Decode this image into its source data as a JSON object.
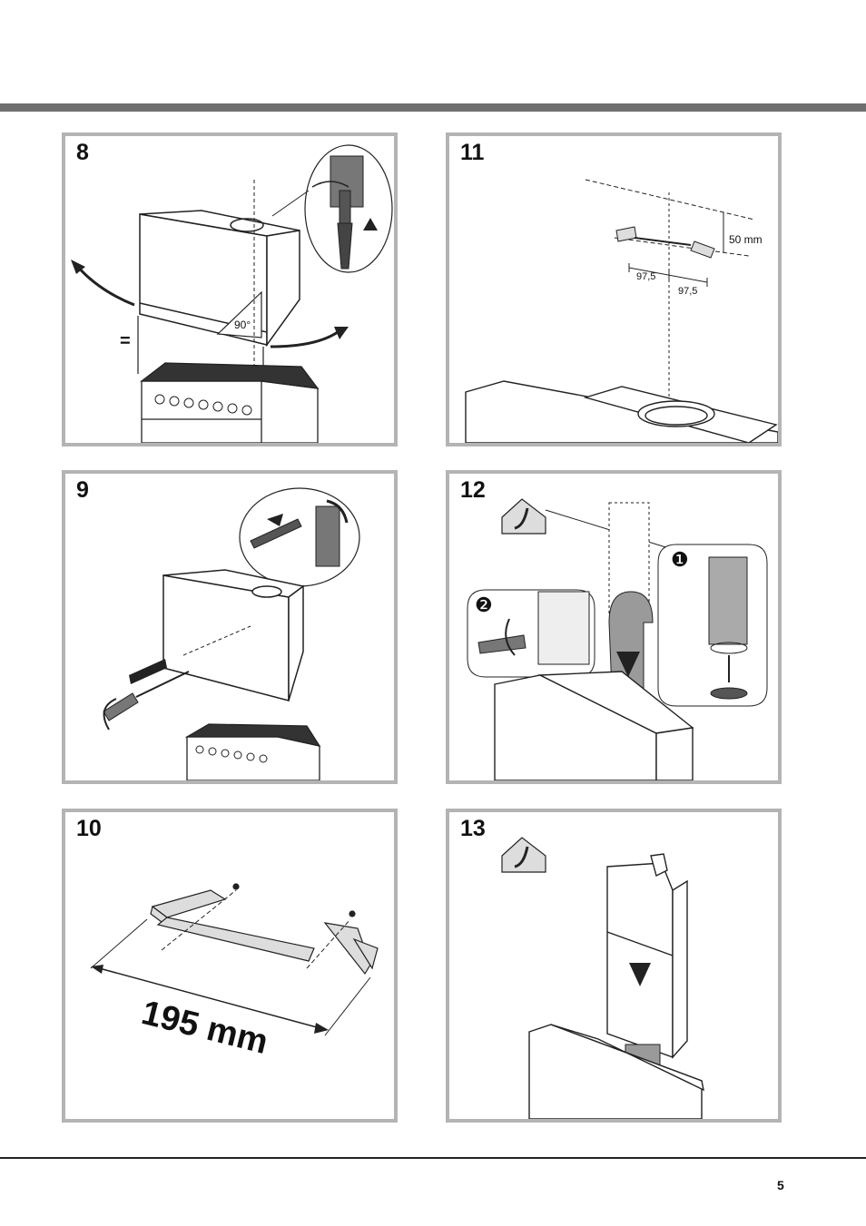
{
  "page_number": "5",
  "steps": {
    "s8": {
      "number": "8",
      "equal_left": "=",
      "equal_right": "=",
      "angle": "90°"
    },
    "s11": {
      "number": "11",
      "offset": "50 mm",
      "half_left": "97,5",
      "half_right": "97,5"
    },
    "s9": {
      "number": "9"
    },
    "s12": {
      "number": "12",
      "callout_1": "❶",
      "callout_2": "❷"
    },
    "s10": {
      "number": "10",
      "width": "195 mm"
    },
    "s13": {
      "number": "13"
    }
  },
  "colors": {
    "header_bar": "#6f6f6f",
    "panel_border": "#b4b4b4",
    "duct_grey": "#9a9a9a"
  }
}
